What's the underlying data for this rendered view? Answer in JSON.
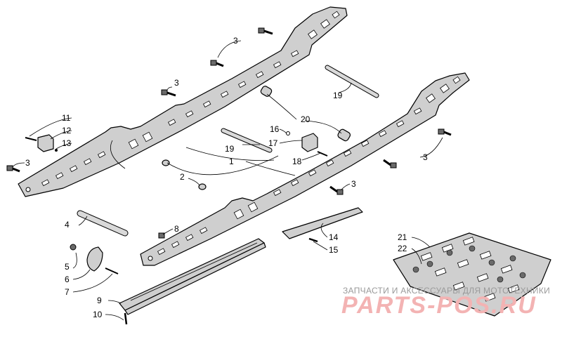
{
  "callouts": {
    "c1": "1",
    "c2": "2",
    "c3a": "3",
    "c3b": "3",
    "c3c": "3",
    "c3d": "3",
    "c3e": "3",
    "c4": "4",
    "c5": "5",
    "c6": "6",
    "c7": "7",
    "c8": "8",
    "c9": "9",
    "c10": "10",
    "c11": "11",
    "c12": "12",
    "c13": "13",
    "c14": "14",
    "c15": "15",
    "c16": "16",
    "c17": "17",
    "c18": "18",
    "c19a": "19",
    "c19b": "19",
    "c20": "20",
    "c21": "21",
    "c22": "22"
  },
  "watermark": {
    "tagline": "ЗАПЧАСТИ И АКСЕССУАРЫ ДЛЯ МОТОТЕХНИКИ",
    "logo": "PARTS-POS.RU"
  }
}
